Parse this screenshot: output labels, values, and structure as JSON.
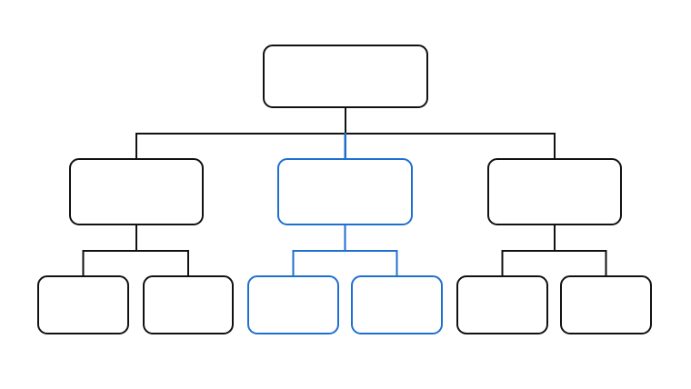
{
  "diagram": {
    "type": "org-chart",
    "colors": {
      "default_stroke": "#111111",
      "highlight_stroke": "#1f6fd1",
      "background": "#ffffff"
    },
    "nodes": [
      {
        "id": "root",
        "label": "",
        "highlighted": false
      },
      {
        "id": "level1-left",
        "label": "",
        "highlighted": false
      },
      {
        "id": "level1-center",
        "label": "",
        "highlighted": true
      },
      {
        "id": "level1-right",
        "label": "",
        "highlighted": false
      },
      {
        "id": "level2-left-a",
        "label": "",
        "highlighted": false
      },
      {
        "id": "level2-left-b",
        "label": "",
        "highlighted": false
      },
      {
        "id": "level2-center-a",
        "label": "",
        "highlighted": true
      },
      {
        "id": "level2-center-b",
        "label": "",
        "highlighted": true
      },
      {
        "id": "level2-right-a",
        "label": "",
        "highlighted": false
      },
      {
        "id": "level2-right-b",
        "label": "",
        "highlighted": false
      }
    ],
    "edges": [
      {
        "from": "root",
        "to": "level1-left",
        "highlighted": false
      },
      {
        "from": "root",
        "to": "level1-center",
        "highlighted": true
      },
      {
        "from": "root",
        "to": "level1-right",
        "highlighted": false
      },
      {
        "from": "level1-left",
        "to": "level2-left-a",
        "highlighted": false
      },
      {
        "from": "level1-left",
        "to": "level2-left-b",
        "highlighted": false
      },
      {
        "from": "level1-center",
        "to": "level2-center-a",
        "highlighted": true
      },
      {
        "from": "level1-center",
        "to": "level2-center-b",
        "highlighted": true
      },
      {
        "from": "level1-right",
        "to": "level2-right-a",
        "highlighted": false
      },
      {
        "from": "level1-right",
        "to": "level2-right-b",
        "highlighted": false
      }
    ]
  }
}
